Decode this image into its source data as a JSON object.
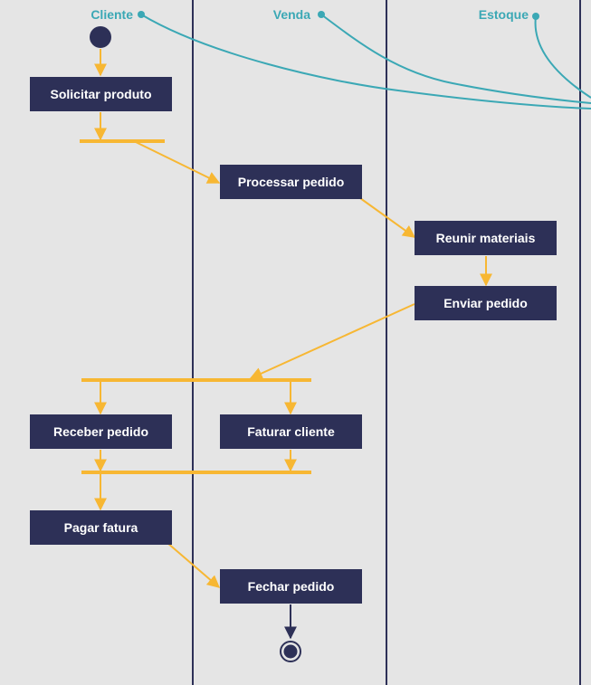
{
  "colors": {
    "background": "#e5e5e5",
    "lane_line": "#2d3057",
    "activity_fill": "#2d3057",
    "activity_text": "#ffffff",
    "flow": "#f7b733",
    "label": "#3ba8b5",
    "end_arrow": "#2d3057"
  },
  "lanes": [
    {
      "id": "cliente",
      "label": "Cliente"
    },
    {
      "id": "venda",
      "label": "Venda"
    },
    {
      "id": "estoque",
      "label": "Estoque"
    }
  ],
  "activities": [
    {
      "id": "solicitar",
      "label": "Solicitar produto",
      "lane": "cliente"
    },
    {
      "id": "processar",
      "label": "Processar pedido",
      "lane": "venda"
    },
    {
      "id": "reunir",
      "label": "Reunir materiais",
      "lane": "estoque"
    },
    {
      "id": "enviar",
      "label": "Enviar pedido",
      "lane": "estoque"
    },
    {
      "id": "receber",
      "label": "Receber pedido",
      "lane": "cliente"
    },
    {
      "id": "faturar",
      "label": "Faturar cliente",
      "lane": "venda"
    },
    {
      "id": "pagar",
      "label": "Pagar fatura",
      "lane": "cliente"
    },
    {
      "id": "fechar",
      "label": "Fechar pedido",
      "lane": "venda"
    }
  ],
  "nodes": [
    {
      "id": "start",
      "type": "initial"
    },
    {
      "id": "fork1",
      "type": "fork"
    },
    {
      "id": "fork2",
      "type": "fork"
    },
    {
      "id": "join1",
      "type": "join"
    },
    {
      "id": "end",
      "type": "final"
    }
  ],
  "flows": [
    {
      "from": "start",
      "to": "solicitar"
    },
    {
      "from": "solicitar",
      "to": "fork1"
    },
    {
      "from": "fork1",
      "to": "processar"
    },
    {
      "from": "processar",
      "to": "reunir"
    },
    {
      "from": "reunir",
      "to": "enviar"
    },
    {
      "from": "enviar",
      "to": "fork2"
    },
    {
      "from": "fork2",
      "to": "receber"
    },
    {
      "from": "fork2",
      "to": "faturar"
    },
    {
      "from": "receber",
      "to": "join1"
    },
    {
      "from": "faturar",
      "to": "join1"
    },
    {
      "from": "join1",
      "to": "pagar"
    },
    {
      "from": "pagar",
      "to": "fechar"
    },
    {
      "from": "fechar",
      "to": "end"
    }
  ]
}
